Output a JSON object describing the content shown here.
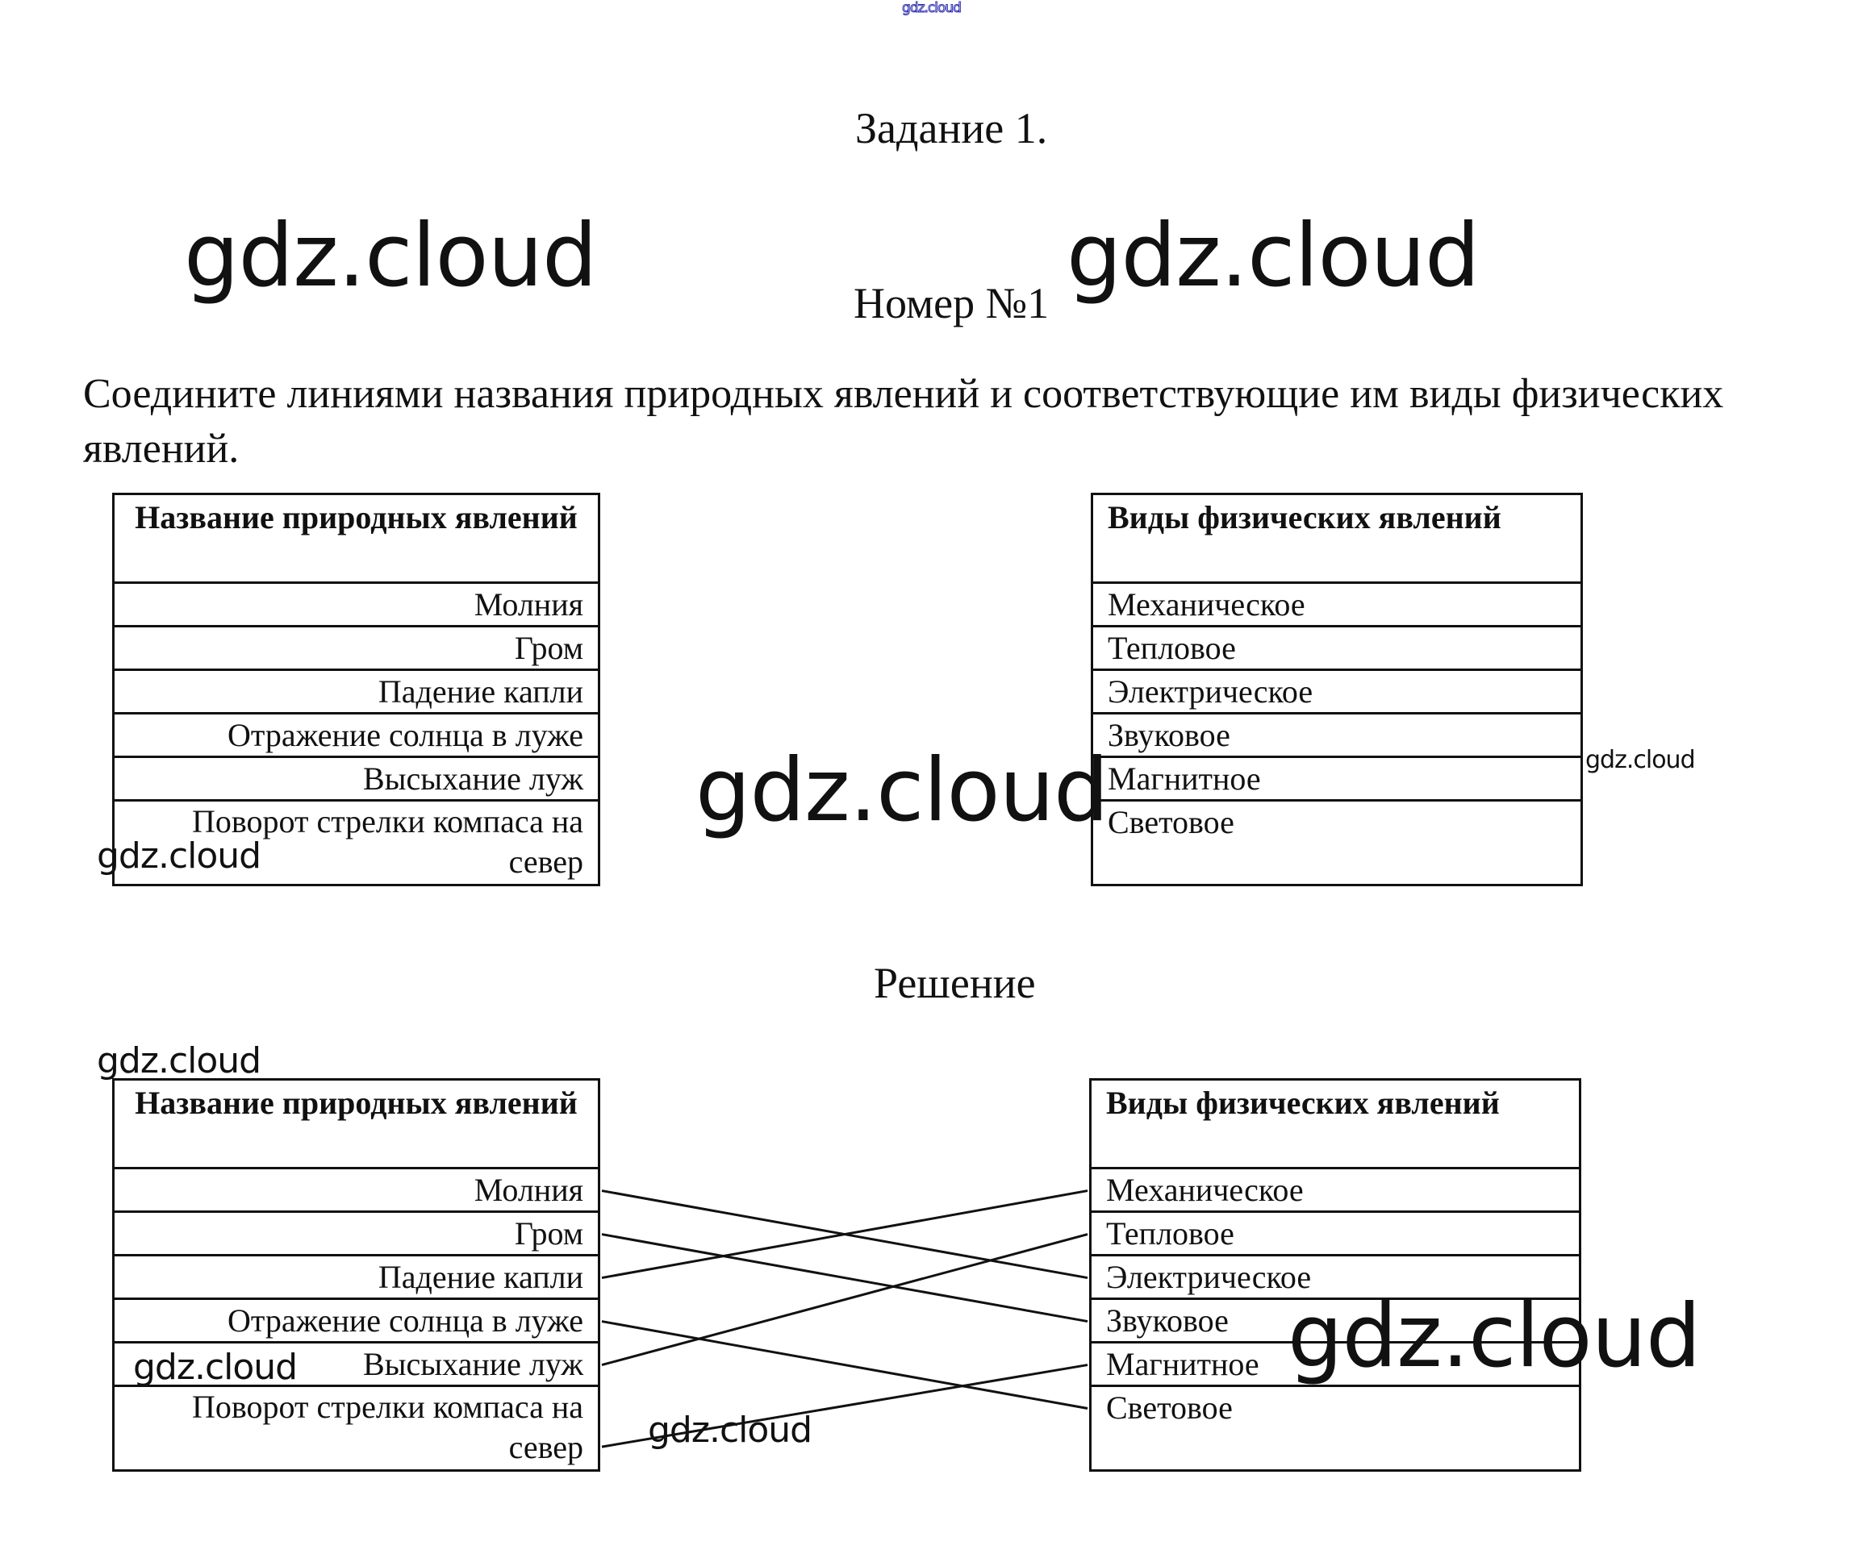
{
  "watermark": "gdz.cloud",
  "header": {
    "title": "Задание 1.",
    "number": "Номер №1"
  },
  "task_text": "Соедините линиями названия природных явлений и соответствующие им виды физических явлений.",
  "solution_label": "Решение",
  "left_table": {
    "header": "Название природных явлений",
    "rows": [
      "Молния",
      "Гром",
      "Падение капли",
      "Отражение солнца в луже",
      "Высыхание луж",
      "Поворот стрелки компаса на север"
    ]
  },
  "right_table": {
    "header": "Виды физических явлений",
    "rows": [
      "Механическое",
      "Тепловое",
      "Электрическое",
      "Звуковое",
      "Магнитное",
      "Световое"
    ]
  },
  "connections": [
    {
      "from": "Молния",
      "to": "Электрическое",
      "left_index": 0,
      "right_index": 2
    },
    {
      "from": "Гром",
      "to": "Звуковое",
      "left_index": 1,
      "right_index": 3
    },
    {
      "from": "Падение капли",
      "to": "Механическое",
      "left_index": 2,
      "right_index": 0
    },
    {
      "from": "Отражение солнца в луже",
      "to": "Световое",
      "left_index": 3,
      "right_index": 5
    },
    {
      "from": "Высыхание луж",
      "to": "Тепловое",
      "left_index": 4,
      "right_index": 1
    },
    {
      "from": "Поворот стрелки компаса на север",
      "to": "Магнитное",
      "left_index": 5,
      "right_index": 4
    }
  ]
}
